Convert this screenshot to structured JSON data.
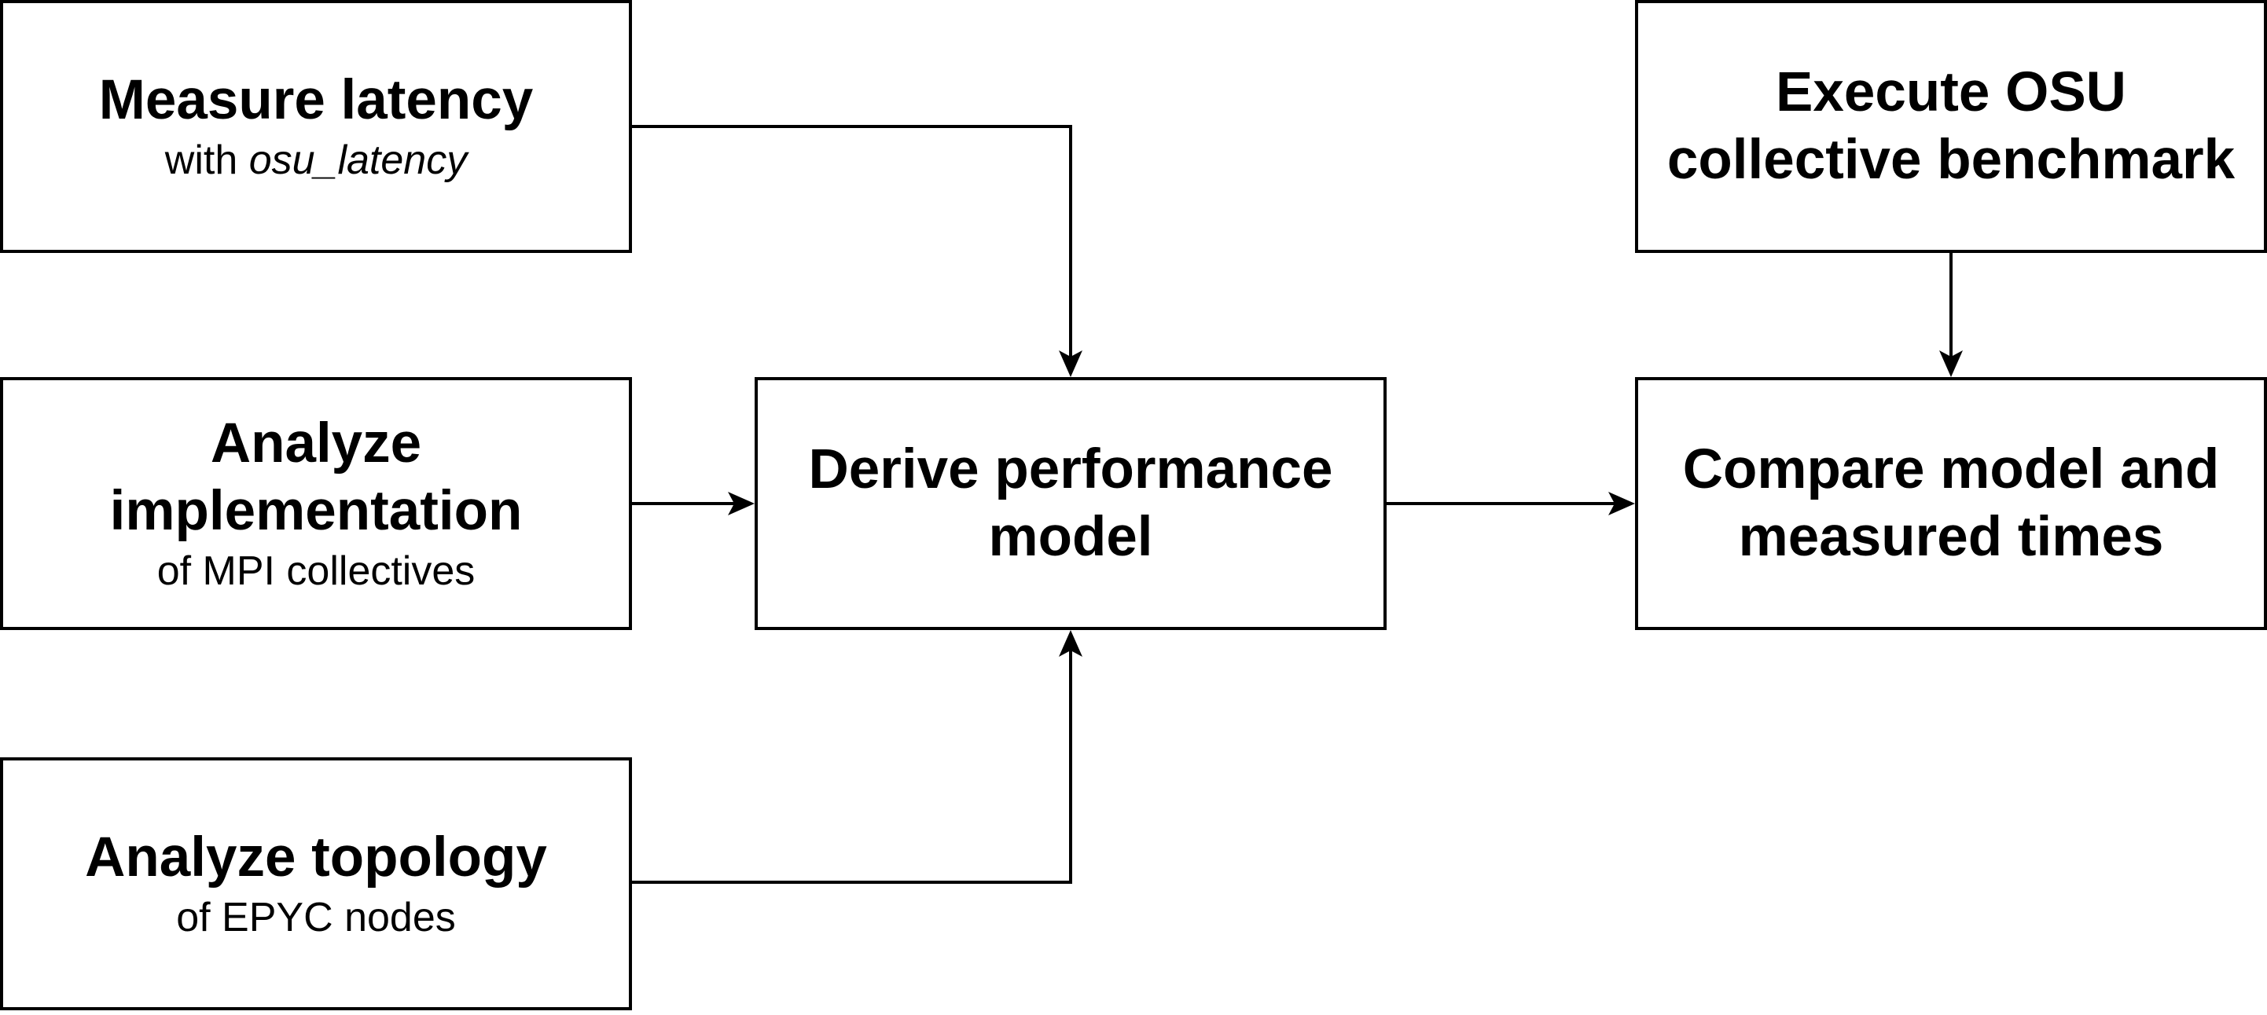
{
  "nodes": {
    "measure_latency": {
      "title": "Measure latency",
      "subtitle_prefix": "with ",
      "subtitle_italic": "osu_latency"
    },
    "analyze_implementation": {
      "title_line1": "Analyze",
      "title_line2": "implementation",
      "subtitle": "of MPI collectives"
    },
    "analyze_topology": {
      "title": "Analyze topology",
      "subtitle": "of EPYC nodes"
    },
    "derive_model": {
      "title_line1": "Derive performance",
      "title_line2": "model"
    },
    "execute_osu": {
      "title_line1": "Execute OSU",
      "title_line2": "collective benchmark"
    },
    "compare": {
      "title_line1": "Compare model and",
      "title_line2": "measured times"
    }
  },
  "edges": [
    {
      "from": "Measure latency",
      "to": "Derive performance model"
    },
    {
      "from": "Analyze implementation",
      "to": "Derive performance model"
    },
    {
      "from": "Analyze topology",
      "to": "Derive performance model"
    },
    {
      "from": "Derive performance model",
      "to": "Compare model and measured times"
    },
    {
      "from": "Execute OSU collective benchmark",
      "to": "Compare model and measured times"
    }
  ],
  "colors": {
    "stroke": "#000000",
    "fill": "#ffffff"
  }
}
